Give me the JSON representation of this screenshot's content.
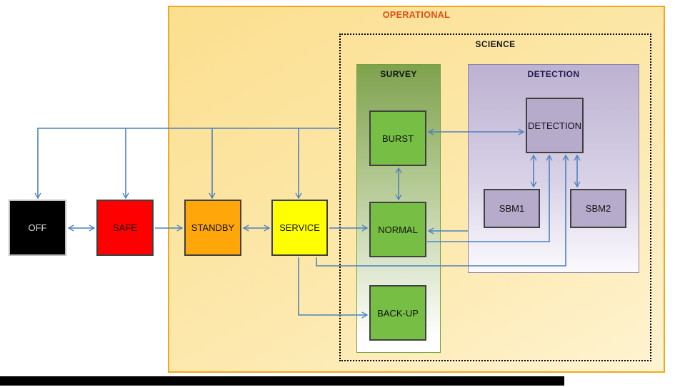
{
  "zones": {
    "operational": {
      "label": "OPERATIONAL"
    },
    "science": {
      "label": "SCIENCE"
    },
    "survey": {
      "label": "SURVEY"
    },
    "detection": {
      "label": "DETECTION"
    }
  },
  "states": {
    "off": {
      "label": "OFF"
    },
    "safe": {
      "label": "SAFE"
    },
    "standby": {
      "label": "STANDBY"
    },
    "service": {
      "label": "SERVICE"
    },
    "burst": {
      "label": "BURST"
    },
    "normal": {
      "label": "NORMAL"
    },
    "backup": {
      "label": "BACK-UP"
    },
    "detection": {
      "label": "DETECTION"
    },
    "sbm1": {
      "label": "SBM1"
    },
    "sbm2": {
      "label": "SBM2"
    }
  },
  "transitions": [
    "SCIENCE -> OFF",
    "SCIENCE -> SAFE",
    "SCIENCE -> STANDBY",
    "SCIENCE -> SERVICE",
    "OFF <-> SAFE",
    "SAFE -> STANDBY",
    "STANDBY <-> SERVICE",
    "SERVICE -> NORMAL",
    "SERVICE -> BACK-UP",
    "SERVICE -> DETECTION",
    "NORMAL <-> BURST",
    "BURST <-> DETECTION",
    "NORMAL -> DETECTION",
    "DETECTION-zone -> NORMAL",
    "DETECTION <-> SBM1",
    "DETECTION <-> SBM2"
  ],
  "colors": {
    "arrow": "#4E81BD",
    "operational_fill": "#FBDF8F",
    "operational_border": "#F2A71E",
    "operational_label": "#E04E15",
    "survey_top": "#7EA24D",
    "survey_border": "#74A03D",
    "detection_top": "#BCB2D1",
    "detection_border": "#8E82AB",
    "detection_label": "#221A4F",
    "green_box": "#76BE44",
    "purple_box": "#B7ABCC",
    "box_border": "#404040",
    "off_fill": "#000000",
    "off_text": "#DCDCDC",
    "safe_fill": "#FE0000",
    "standby_fill": "#FFA60A",
    "service_fill": "#FFFF00",
    "footer_bar": "#000000"
  }
}
